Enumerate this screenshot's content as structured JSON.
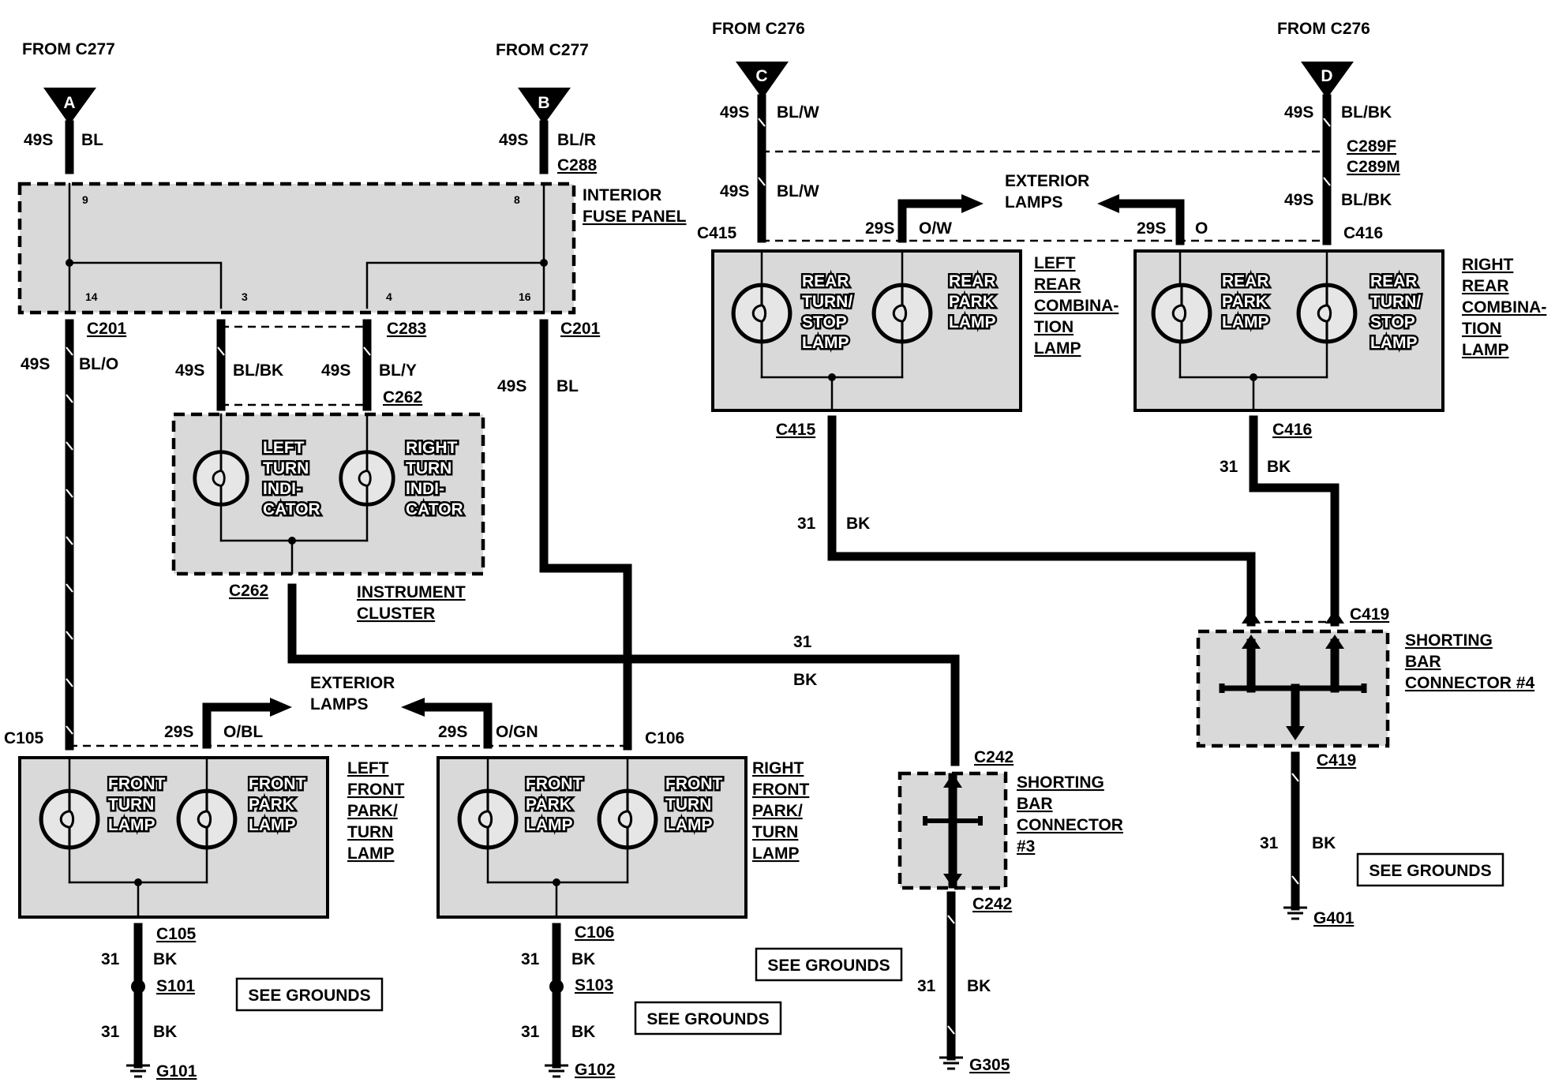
{
  "sources": {
    "a": {
      "from": "FROM C277",
      "letter": "A",
      "circuit": "49S",
      "color": "BL"
    },
    "b": {
      "from": "FROM C277",
      "letter": "B",
      "circuit": "49S",
      "color": "BL/R",
      "connector": "C288"
    },
    "c": {
      "from": "FROM C276",
      "letter": "C",
      "circuit": "49S",
      "color": "BL/W"
    },
    "d": {
      "from": "FROM C276",
      "letter": "D",
      "circuit": "49S",
      "color": "BL/BK"
    }
  },
  "fuse_panel": {
    "name_line1": "INTERIOR",
    "name_line2": "FUSE PANEL",
    "pins": [
      "9",
      "8",
      "14",
      "3",
      "4",
      "16"
    ]
  },
  "connectors": {
    "c201": "C201",
    "c283": "C283",
    "c262": "C262",
    "c289f": "C289F",
    "c289m": "C289M",
    "c415": "C415",
    "c416": "C416",
    "c419": "C419",
    "c105": "C105",
    "c106": "C106",
    "c242": "C242"
  },
  "wires": {
    "w49s": "49S",
    "w29s": "29S",
    "w31": "31",
    "bl_o": "BL/O",
    "bl_bk": "BL/BK",
    "bl_y": "BL/Y",
    "bl": "BL",
    "bl_w": "BL/W",
    "o_w": "O/W",
    "o": "O",
    "bk": "BK",
    "o_bl": "O/BL",
    "o_gn": "O/GN"
  },
  "cluster": {
    "left_lamp": [
      "LEFT",
      "TURN",
      "INDI-",
      "CATOR"
    ],
    "right_lamp": [
      "RIGHT",
      "TURN",
      "INDI-",
      "CATOR"
    ],
    "name": [
      "INSTRUMENT",
      "CLUSTER"
    ]
  },
  "left_rear": {
    "lamp1": [
      "REAR",
      "TURN/",
      "STOP",
      "LAMP"
    ],
    "lamp2": [
      "REAR",
      "PARK",
      "LAMP"
    ],
    "name": [
      "LEFT",
      "REAR",
      "COMBINA-",
      "TION",
      "LAMP"
    ]
  },
  "right_rear": {
    "lamp1": [
      "REAR",
      "PARK",
      "LAMP"
    ],
    "lamp2": [
      "REAR",
      "TURN/",
      "STOP",
      "LAMP"
    ],
    "name": [
      "RIGHT",
      "REAR",
      "COMBINA-",
      "TION",
      "LAMP"
    ]
  },
  "left_front": {
    "lamp1": [
      "FRONT",
      "TURN",
      "LAMP"
    ],
    "lamp2": [
      "FRONT",
      "PARK",
      "LAMP"
    ],
    "name": [
      "LEFT",
      "FRONT",
      "PARK/",
      "TURN",
      "LAMP"
    ]
  },
  "right_front": {
    "lamp1": [
      "FRONT",
      "PARK",
      "LAMP"
    ],
    "lamp2": [
      "FRONT",
      "TURN",
      "LAMP"
    ],
    "name": [
      "RIGHT",
      "FRONT",
      "PARK/",
      "TURN",
      "LAMP"
    ]
  },
  "exterior_lamps": [
    "EXTERIOR",
    "LAMPS"
  ],
  "shorting_bar_3": [
    "SHORTING",
    "BAR",
    "CONNECTOR",
    "#3"
  ],
  "shorting_bar_4": [
    "SHORTING",
    "BAR",
    "CONNECTOR #4"
  ],
  "splices": {
    "s101": "S101",
    "s103": "S103"
  },
  "grounds": {
    "g101": "G101",
    "g102": "G102",
    "g305": "G305",
    "g401": "G401"
  },
  "see_grounds": "SEE GROUNDS"
}
